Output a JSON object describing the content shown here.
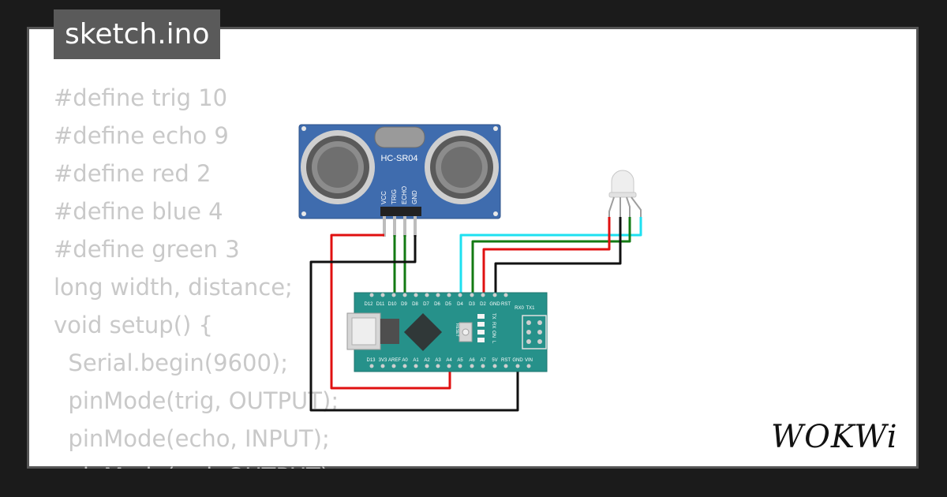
{
  "tab": {
    "filename": "sketch.ino"
  },
  "code_lines": [
    "#define trig 10",
    "#define echo 9",
    "#define red 2",
    "#define blue 4",
    "#define green 3",
    "long width, distance;",
    "void setup() {",
    "  Serial.begin(9600);",
    "  pinMode(trig, OUTPUT);",
    "  pinMode(echo, INPUT);",
    "  pinMode(red, OUTPUT);"
  ],
  "sensor": {
    "label": "HC-SR04",
    "pins": [
      "VCC",
      "TRIG",
      "ECHO",
      "GND"
    ],
    "color": "#3f6cae"
  },
  "nano": {
    "color": "#26918a",
    "top_pins": [
      "D12",
      "D11",
      "D10",
      "D9",
      "D8",
      "D7",
      "D6",
      "D5",
      "D4",
      "D3",
      "D2",
      "GND",
      "RST",
      "RX0",
      "TX1"
    ],
    "bottom_pins": [
      "D13",
      "3V3",
      "AREF",
      "A0",
      "A1",
      "A2",
      "A3",
      "A4",
      "A5",
      "A6",
      "A7",
      "5V",
      "RST",
      "GND",
      "VIN"
    ],
    "reset_label": "RESET",
    "led_labels": [
      "TX",
      "RX",
      "ON",
      "L"
    ]
  },
  "wires": {
    "red": "#e01010",
    "green": "#137a13",
    "black": "#111111",
    "cyan": "#1ee0f0"
  },
  "brand": {
    "logo_text": "WOKWi"
  }
}
